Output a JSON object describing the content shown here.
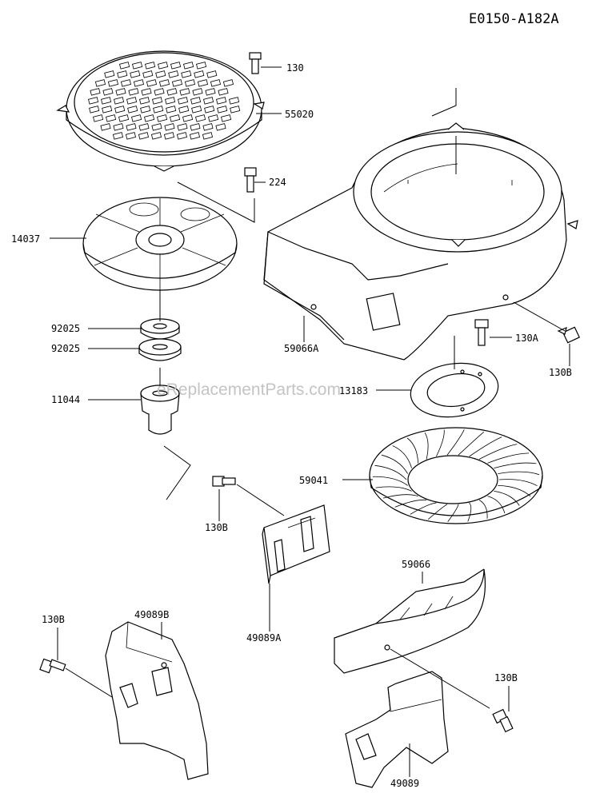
{
  "diagram_code": "E0150-A182A",
  "watermark": "eReplacementParts.com",
  "parts": {
    "bolt_130": "130",
    "fan_screen": "55020",
    "bolt_224": "224",
    "fan_plate": "14037",
    "spacer_1": "92025",
    "spacer_2": "92025",
    "hub": "11044",
    "fan_housing": "59066A",
    "bolt_130a": "130A",
    "bolt_130b_right": "130B",
    "ring_plate": "13183",
    "flywheel_fan": "59041",
    "bolt_130b_mid": "130B",
    "bracket_a": "49089A",
    "cover_59066": "59066",
    "bolt_130b_left": "130B",
    "cover_b": "49089B",
    "bolt_130b_bottom": "130B",
    "cover_bottom": "49089"
  }
}
